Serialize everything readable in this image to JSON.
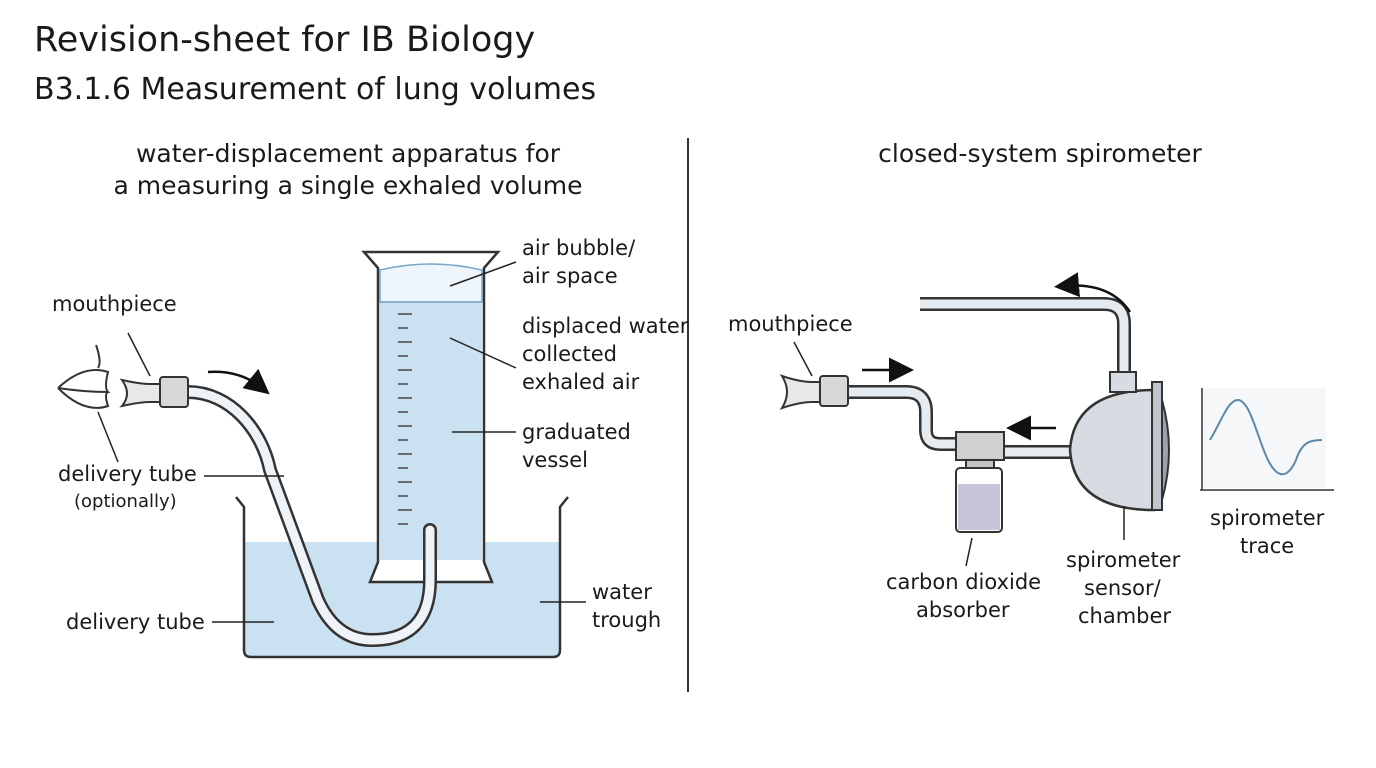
{
  "header": {
    "title": "Revision-sheet for IB Biology",
    "subtitle": "B3.1.6 Measurement of lung volumes"
  },
  "left_panel": {
    "title_line1": "water-displacement apparatus for",
    "title_line2": "a measuring a single exhaled volume",
    "labels": {
      "mouthpiece": "mouthpiece",
      "delivery_tube_optional": "delivery tube",
      "optionally": "(optionally)",
      "delivery_tube": "delivery tube",
      "air_bubble_1": "air bubble/",
      "air_bubble_2": "air space",
      "displaced_1": "displaced water",
      "displaced_2": "collected",
      "displaced_3": "exhaled air",
      "graduated_1": "graduated",
      "graduated_2": "vessel",
      "water_1": "water",
      "water_2": "trough"
    }
  },
  "right_panel": {
    "title": "closed-system spirometer",
    "labels": {
      "mouthpiece": "mouthpiece",
      "co2_1": "carbon dioxide",
      "co2_2": "absorber",
      "sensor_1": "spirometer",
      "sensor_2": "sensor/",
      "sensor_3": "chamber",
      "trace_1": "spirometer",
      "trace_2": "trace"
    }
  },
  "colors": {
    "water": "#c9e1f0",
    "outline": "#333333",
    "absorber": "#c8c4dc",
    "chamber": "#d7dce2",
    "trace": "#5b87a8"
  }
}
